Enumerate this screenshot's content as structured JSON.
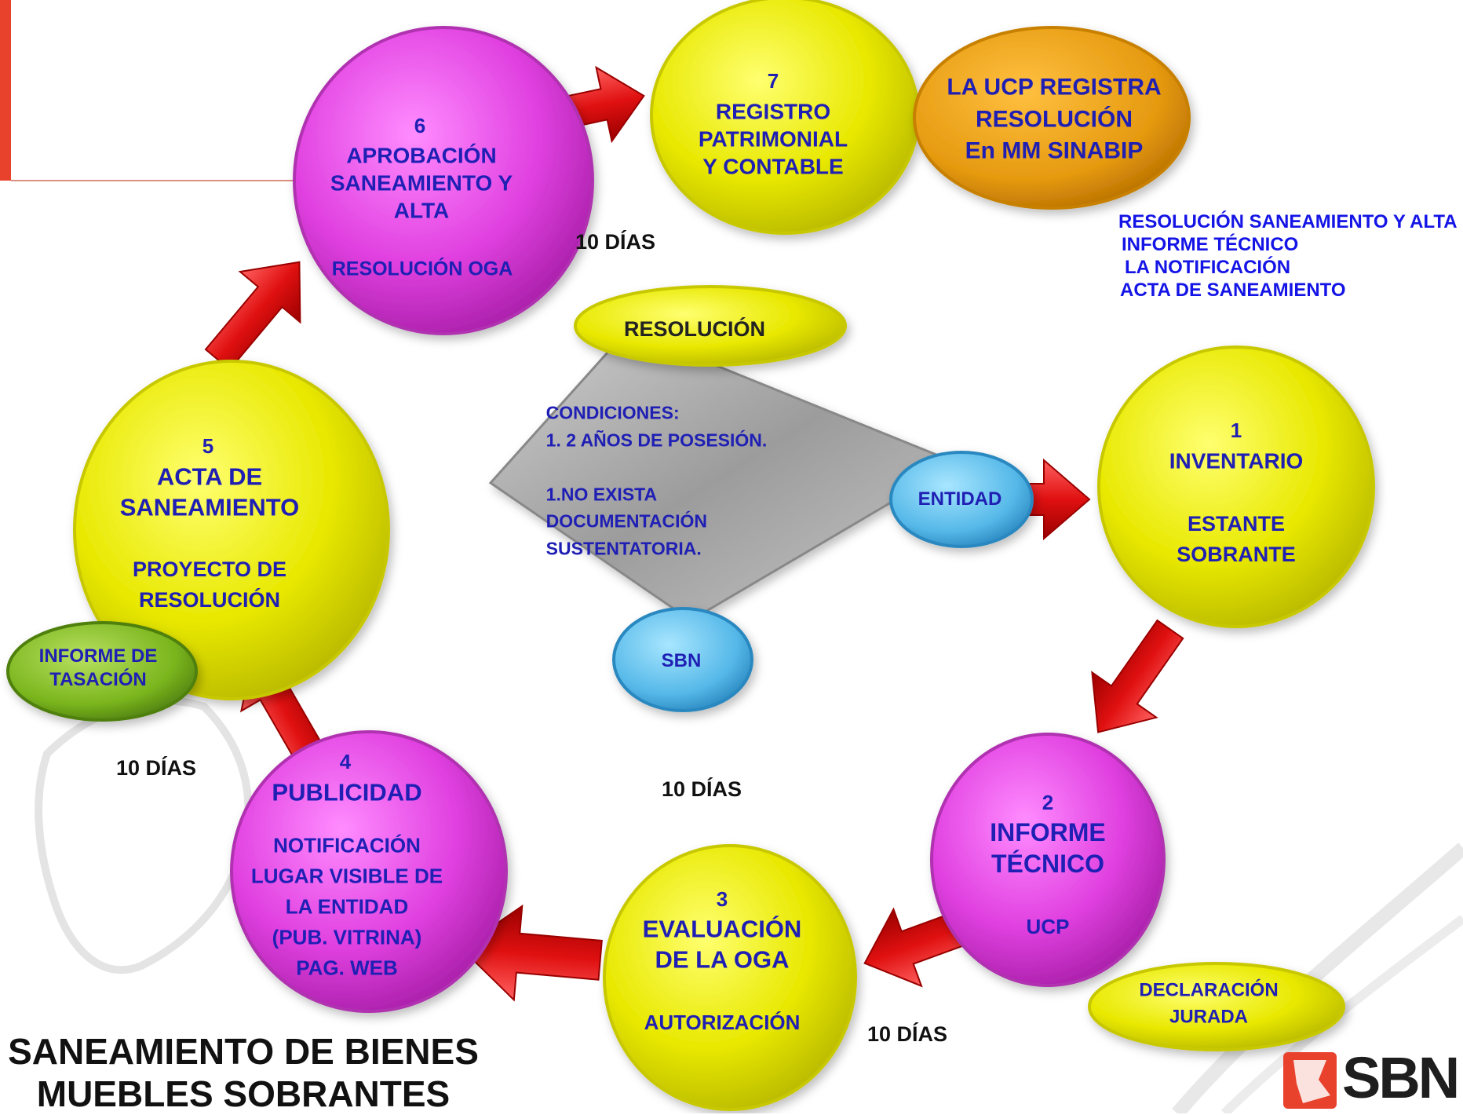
{
  "diagram": {
    "title_lines": [
      "SANEAMIENTO DE BIENES",
      "MUEBLES SOBRANTES"
    ],
    "nodes": [
      {
        "id": "n1",
        "number": "1",
        "title": "INVENTARIO",
        "detail": "ESTANTE\nSOBRANTE"
      },
      {
        "id": "n2",
        "number": "2",
        "title": "INFORME\nTÉCNICO",
        "detail": "UCP"
      },
      {
        "id": "n3",
        "number": "3",
        "title": "EVALUACIÓN\nDE LA OGA",
        "detail": "AUTORIZACIÓN"
      },
      {
        "id": "n4",
        "number": "4",
        "title": "PUBLICIDAD",
        "detail": "NOTIFICACIÓN\nLUGAR VISIBLE DE\nLA ENTIDAD\n(PUB. VITRINA)\nPAG. WEB"
      },
      {
        "id": "n5",
        "number": "5",
        "title": "ACTA DE\nSANEAMIENTO",
        "detail": "PROYECTO DE\nRESOLUCIÓN"
      },
      {
        "id": "n6",
        "number": "6",
        "title": "APROBACIÓN\nSANEAMIENTO Y\nALTA",
        "detail": "RESOLUCIÓN OGA"
      },
      {
        "id": "n7",
        "number": "7",
        "title": "REGISTRO\nPATRIMONIAL\nY CONTABLE",
        "detail": ""
      }
    ],
    "ucp_registra": "LA UCP REGISTRA\nRESOLUCIÓN\nEn MM SINABIP",
    "resolucion_label": "RESOLUCIÓN",
    "conditions": "CONDICIONES:\n1. 2 AÑOS DE POSESIÓN.\n\n1.NO EXISTA\nDOCUMENTACIÓN\nSUSTENTATORIA.",
    "entidad_label": "ENTIDAD",
    "sbn_label": "SBN",
    "informe_tasacion": "INFORME DE\nTASACIÓN",
    "declaracion_jurada": "DECLARACIÓN\nJURADA",
    "days_label": "10 DÍAS",
    "notes": [
      "RESOLUCIÓN SANEAMIENTO Y ALTA",
      "INFORME TÉCNICO",
      "LA NOTIFICACIÓN",
      "ACTA DE SANEAMIENTO"
    ],
    "logo_text": "SBN"
  },
  "colors": {
    "yellow": "#e6e600",
    "magenta": "#e040e0",
    "orange": "#e69a10",
    "light_blue": "#55b8e8",
    "green": "#7ab51d",
    "gray": "#a9a9a9",
    "arrow_red": "#e01010",
    "text_blue": "#1f1fb4",
    "notes_blue": "#1414e6",
    "accent_red": "#e8412c"
  }
}
